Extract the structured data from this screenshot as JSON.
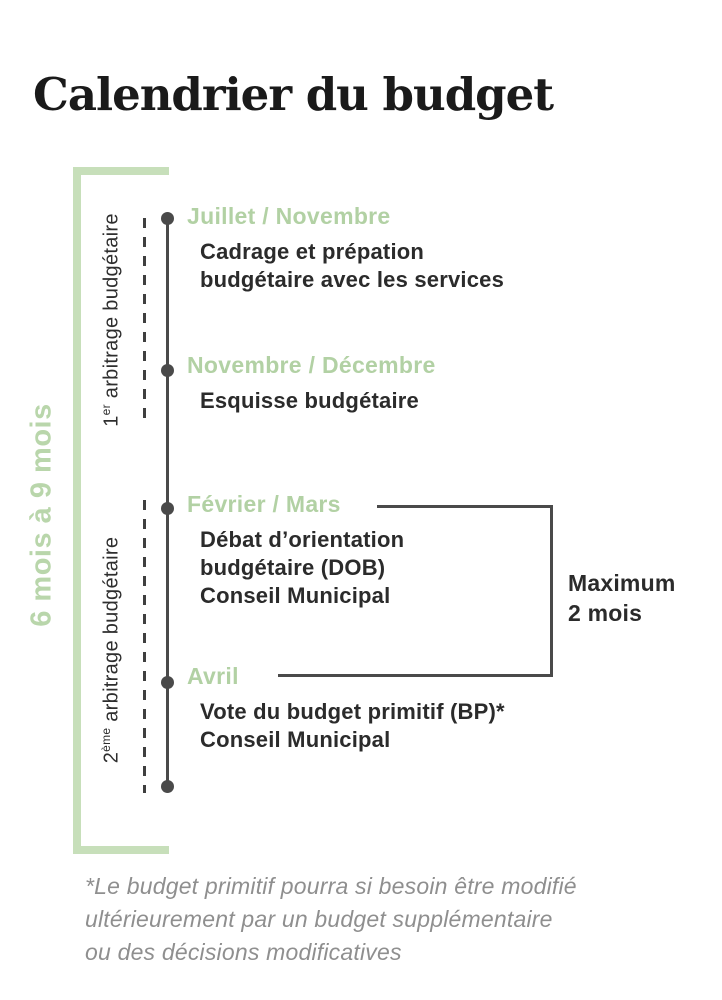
{
  "title": "Calendrier du budget",
  "colors": {
    "green_text": "#b2d1a4",
    "green_bracket": "#c7dfba",
    "dark_text": "#2b2b2b",
    "line": "#4a4a4a",
    "footnote_gray": "#8f8f8f"
  },
  "duration": {
    "label": "6 mois à 9 mois"
  },
  "phases": [
    {
      "num": "1",
      "sup": "er",
      "rest": " arbitrage budgétaire"
    },
    {
      "num": "2",
      "sup": "ème",
      "rest": " arbitrage budgétaire"
    }
  ],
  "events": [
    {
      "date": "Juillet / Novembre",
      "text": "Cadrage et prépation\nbudgétaire avec les services"
    },
    {
      "date": "Novembre / Décembre",
      "text": "Esquisse budgétaire"
    },
    {
      "date": "Février / Mars",
      "text": "Débat d’orientation\nbudgétaire (DOB)\nConseil Municipal"
    },
    {
      "date": "Avril",
      "text": "Vote du budget primitif (BP)*\nConseil Municipal"
    }
  ],
  "annotation": {
    "label": "Maximum\n2 mois"
  },
  "footnote": "*Le budget primitif pourra si besoin être modifié\nultérieurement par un budget supplémentaire\nou des décisions modificatives"
}
